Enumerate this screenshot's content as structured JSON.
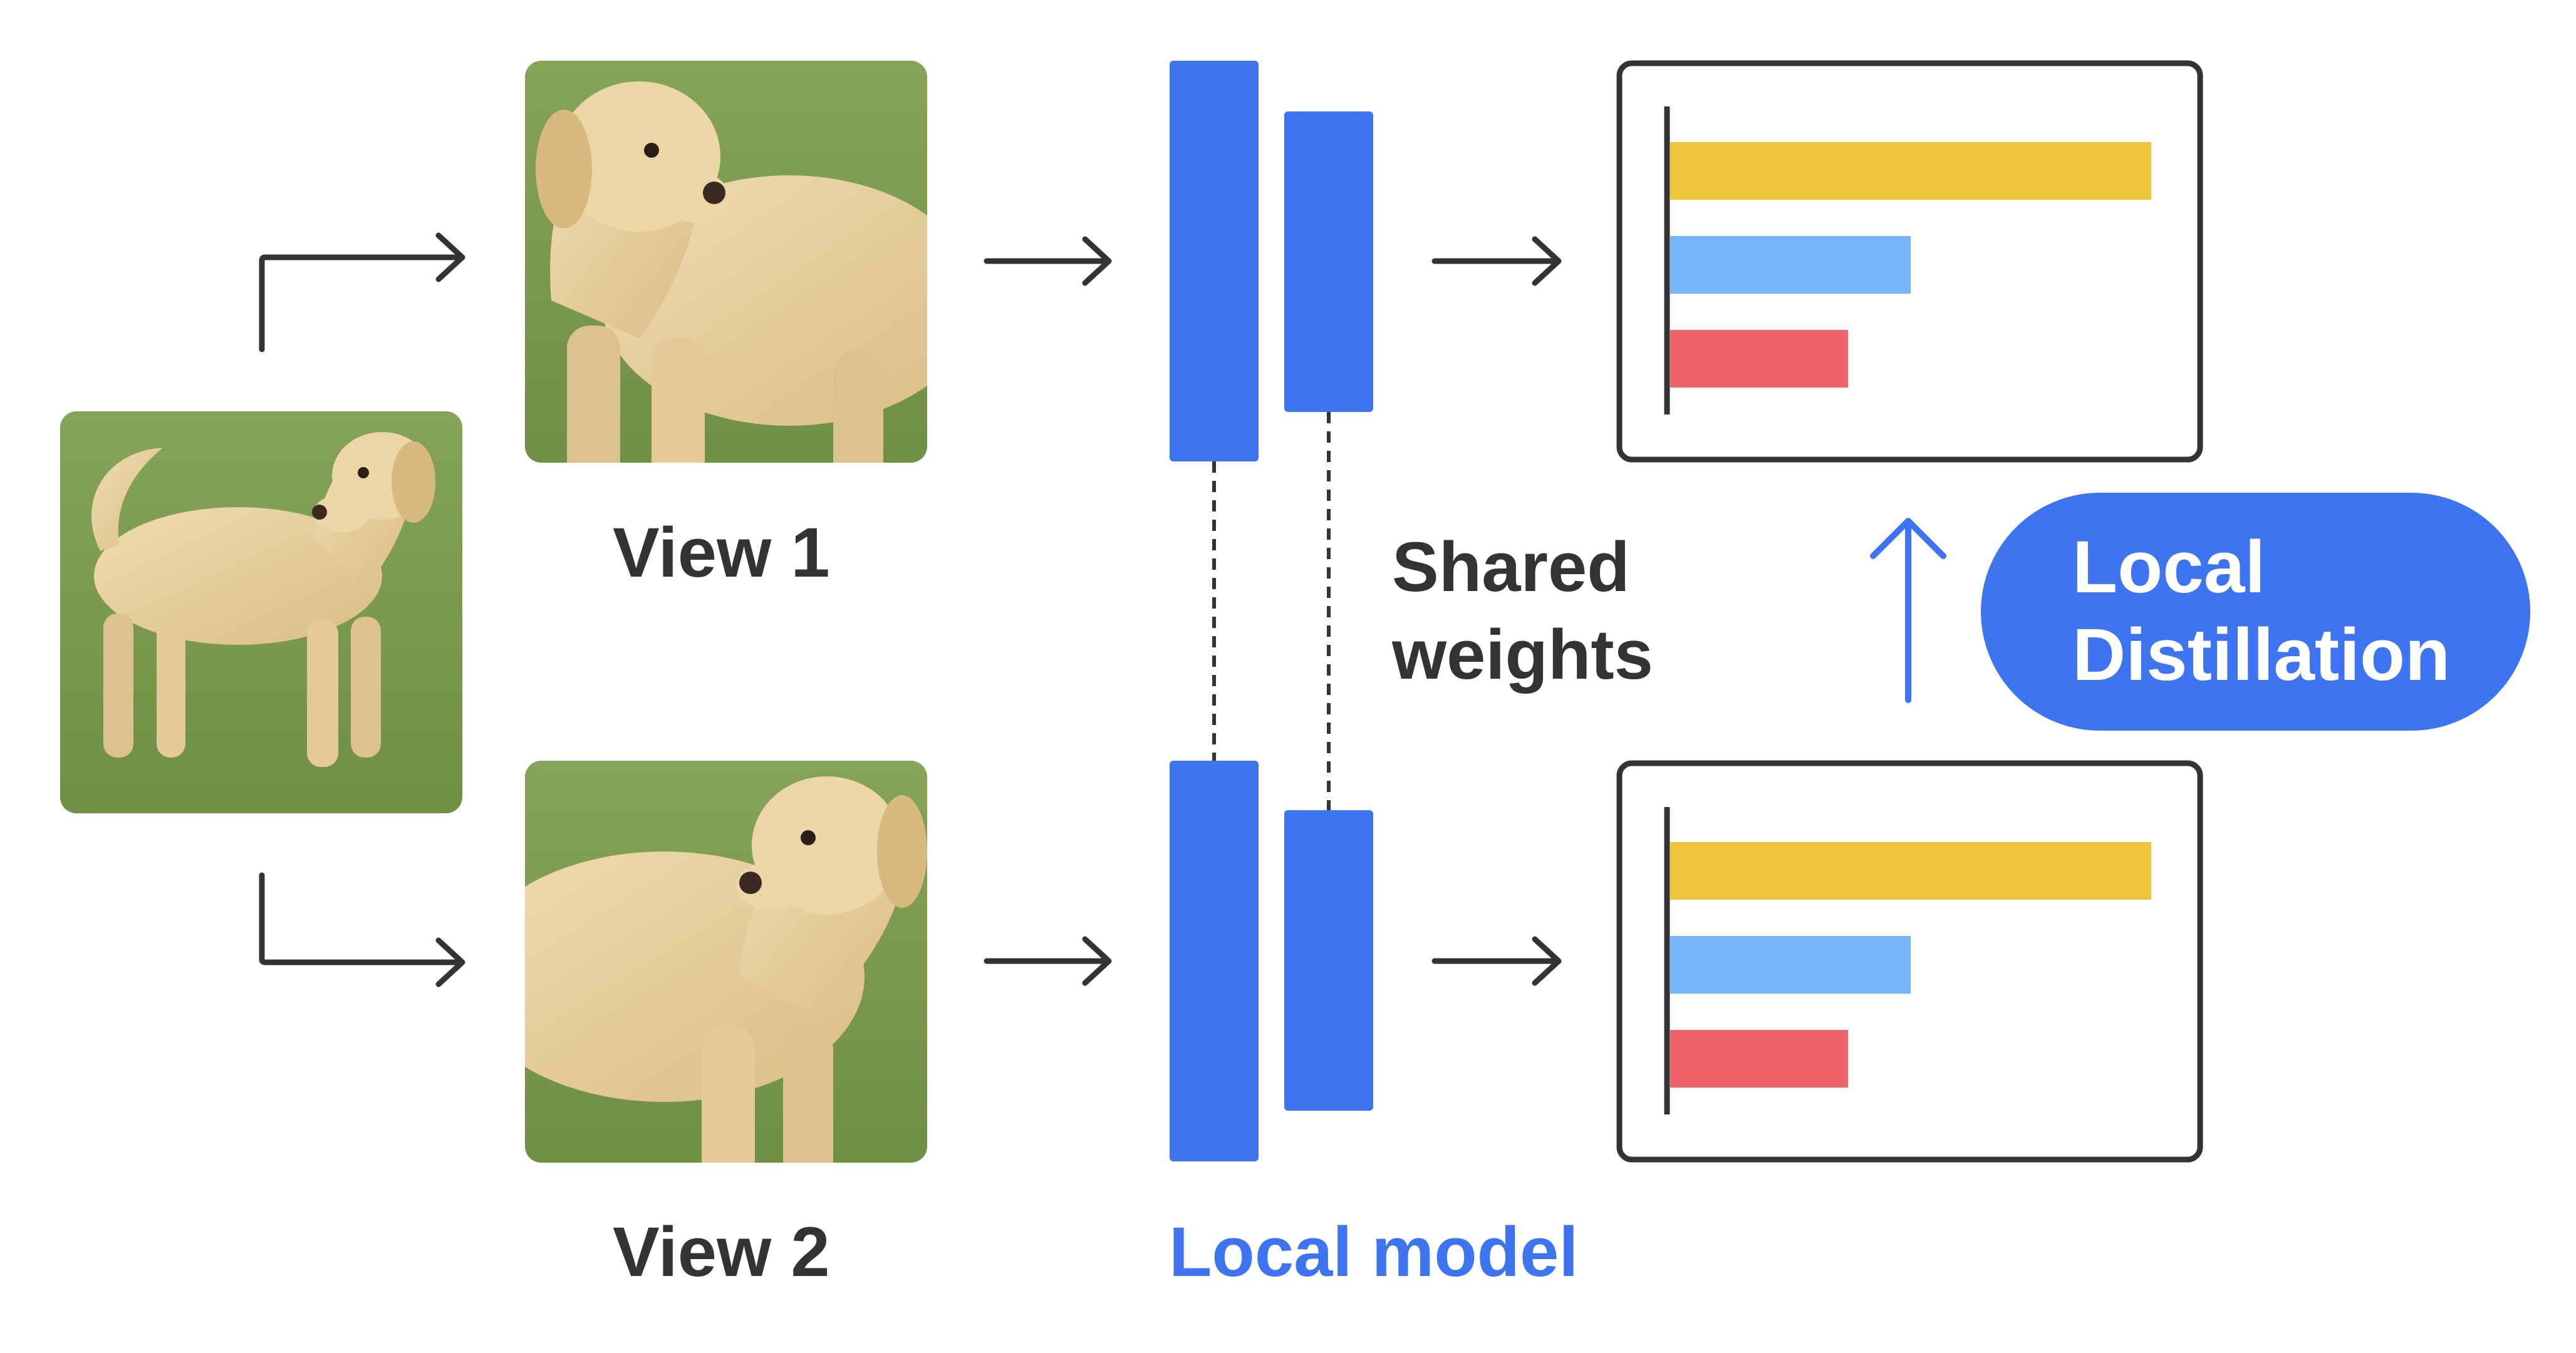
{
  "labels": {
    "view1": "View 1",
    "view2": "View 2",
    "shared_line1": "Shared",
    "shared_line2": "weights",
    "local_model": "Local model",
    "distill_line1": "Local",
    "distill_line2": "Distillation"
  },
  "chart_data": [
    {
      "type": "bar",
      "orientation": "horizontal",
      "categories": [
        "",
        "",
        ""
      ],
      "values": [
        1.0,
        0.5,
        0.37
      ],
      "colors": [
        "#efc63b",
        "#76b4fb",
        "#ee626a"
      ],
      "title": "",
      "xlabel": "",
      "ylabel": ""
    },
    {
      "type": "bar",
      "orientation": "horizontal",
      "categories": [
        "",
        "",
        ""
      ],
      "values": [
        1.0,
        0.5,
        0.37
      ],
      "colors": [
        "#efc63b",
        "#76b4fb",
        "#ee626a"
      ],
      "title": "",
      "xlabel": "",
      "ylabel": ""
    }
  ],
  "colors": {
    "accent_blue": "#3e74f0",
    "arrow": "#333333",
    "text_dark": "#333333",
    "grass": "#8aa85a",
    "dog_fur": "#e7cf9f"
  },
  "icons": {
    "source_image": "dog-photo",
    "view1_image": "dog-crop-photo",
    "view2_image": "dog-crop-photo",
    "encoder": "network-block-icon",
    "distill_arrow": "up-arrow-icon"
  }
}
